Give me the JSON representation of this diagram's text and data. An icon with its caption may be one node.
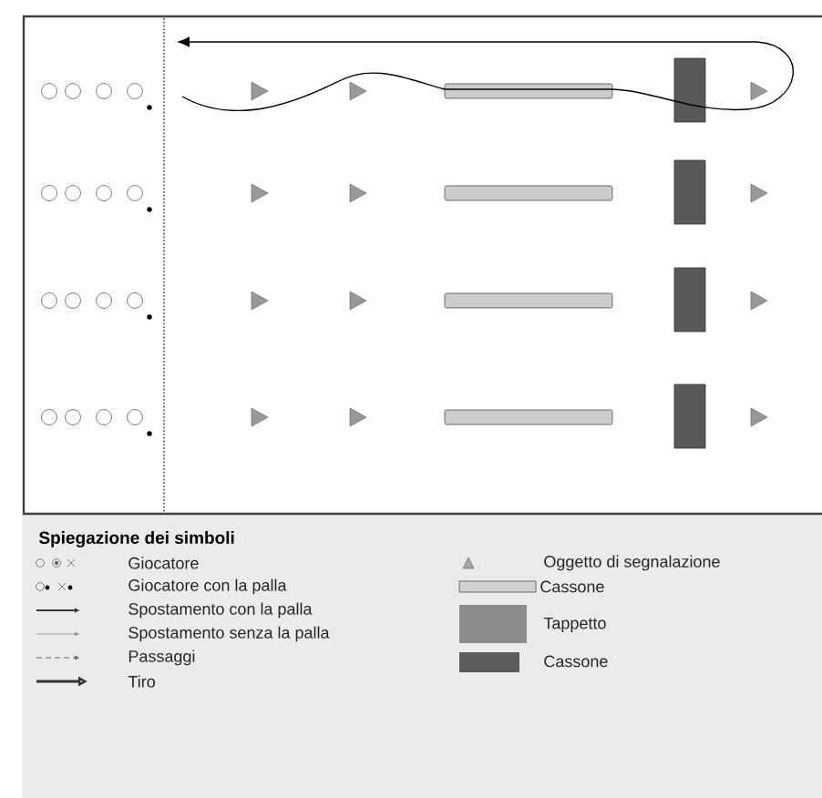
{
  "diagram": {
    "labels": [
      "Spiegazione dei simboli"
    ],
    "legend": [
      {
        "text": "Giocatore"
      },
      {
        "text": "Giocatore con la palla"
      },
      {
        "text": "Spostamento con la palla"
      },
      {
        "text": "Spostamento senza la palla"
      },
      {
        "text": "Passaggi"
      },
      {
        "text": "Tiro"
      },
      {
        "text": "Oggetto di segnalazione"
      },
      {
        "text": "Cassone",
        "color": "#d2d2d2"
      },
      {
        "text": "Tappetto",
        "color": "#8c8c8c"
      },
      {
        "text": "Cassone",
        "color": "#5c5c5c"
      }
    ]
  }
}
